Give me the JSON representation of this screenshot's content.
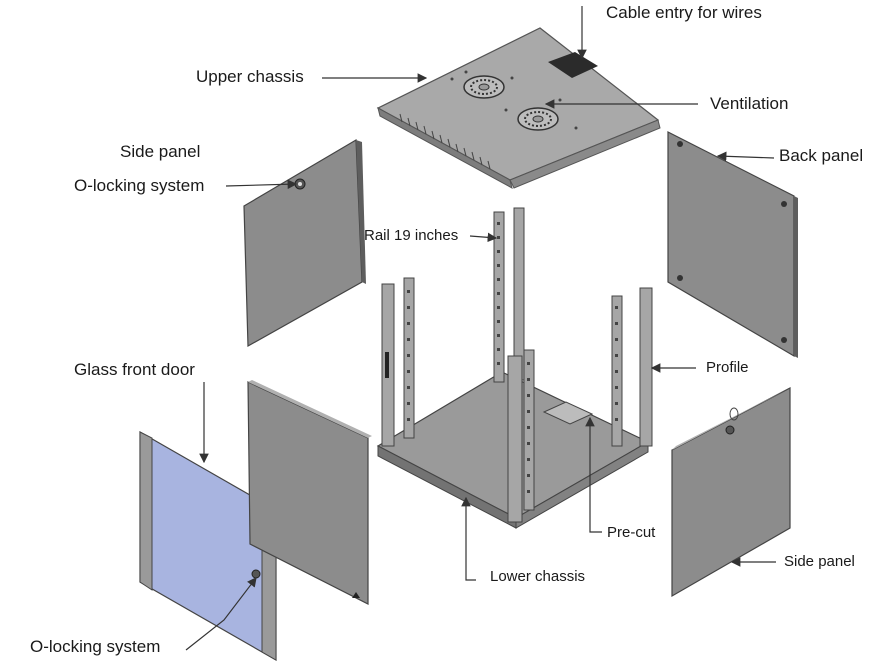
{
  "labels": {
    "cable_entry": "Cable entry for wires",
    "upper_chassis": "Upper chassis",
    "ventilation": "Ventilation",
    "side_panel_left": "Side panel",
    "back_panel": "Back panel",
    "o_locking_top": "O-locking system",
    "rail": "Rail 19 inches",
    "glass_front_door": "Glass front door",
    "profile": "Profile",
    "pre_cut": "Pre-cut",
    "side_panel_right": "Side panel",
    "lower_chassis": "Lower chassis",
    "o_locking_bottom": "O-locking system"
  },
  "colors": {
    "panel_gray": "#8c8c8c",
    "panel_edge": "#5a5a5a",
    "frame_gray": "#a6a6a6",
    "glass_blue": "#a8b4e0",
    "line": "#333333"
  },
  "icons": [
    "fan-icon",
    "lock-icon"
  ]
}
